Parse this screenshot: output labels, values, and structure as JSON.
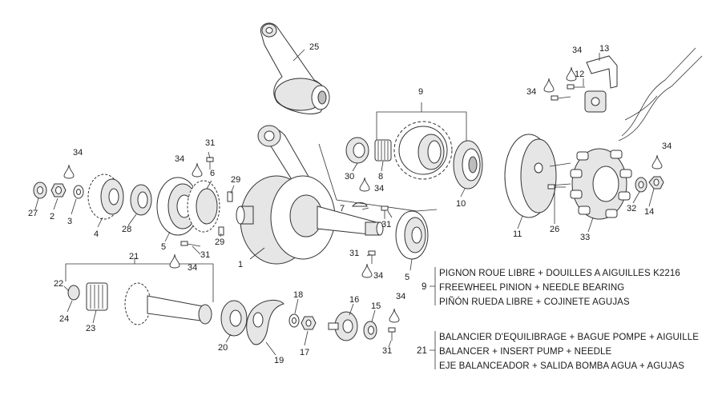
{
  "callouts": [
    "1",
    "2",
    "3",
    "4",
    "5",
    "6",
    "7",
    "8",
    "9",
    "10",
    "11",
    "12",
    "13",
    "14",
    "15",
    "16",
    "17",
    "18",
    "19",
    "20",
    "21",
    "22",
    "23",
    "24",
    "25",
    "26",
    "27",
    "28",
    "29",
    "30",
    "31",
    "32",
    "33",
    "34"
  ],
  "legend": {
    "group9": {
      "number": "9",
      "lines": [
        "PIGNON ROUE LIBRE + DOUILLES A AIGUILLES K2216",
        "FREEWHEEL PINION + NEEDLE BEARING",
        "PIÑÓN RUEDA LIBRE + COJINETE AGUJAS"
      ]
    },
    "group21": {
      "number": "21",
      "lines": [
        "BALANCIER D'EQUILIBRAGE + BAGUE POMPE + AIGUILLE",
        "BALANCER + INSERT PUMP + NEEDLE",
        "EJE BALANCEADOR + SALIDA BOMBA AGUA + AGUJAS"
      ]
    }
  }
}
